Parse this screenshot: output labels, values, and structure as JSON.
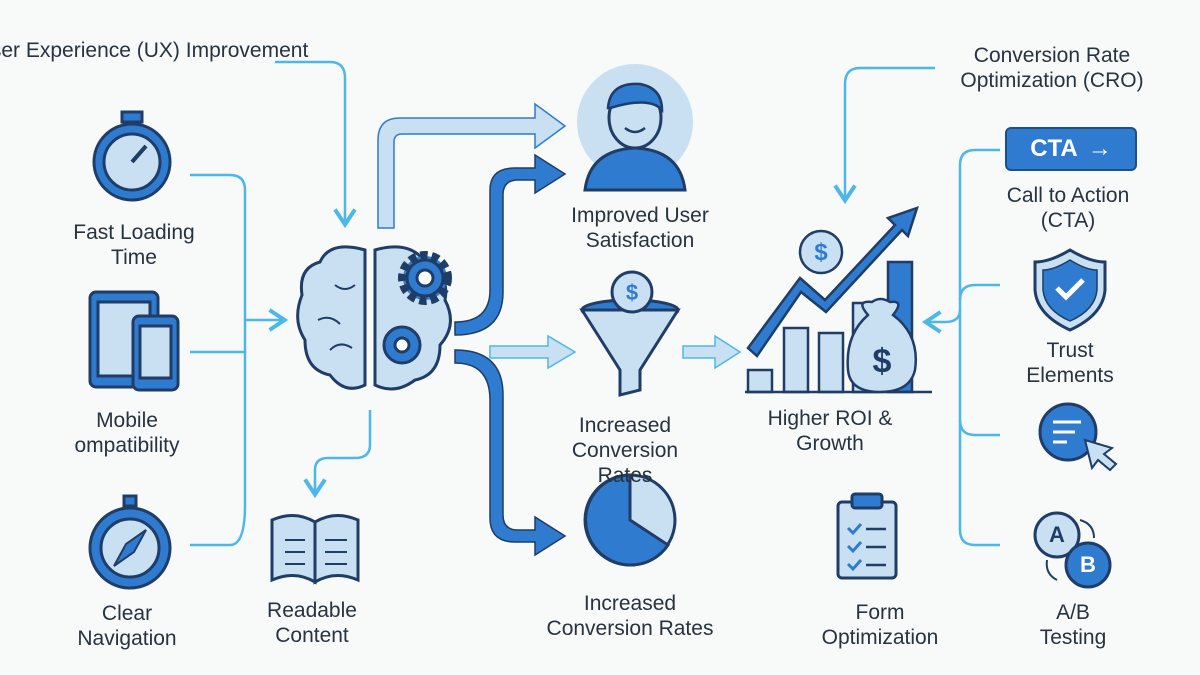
{
  "left": {
    "title": "User Experience (UX) Improvement",
    "items": [
      {
        "label": "Fast Loading Time",
        "icon": "stopwatch-icon"
      },
      {
        "label": "Mobile ompatibility",
        "icon": "mobile-devices-icon"
      },
      {
        "label": "Clear Navigation",
        "icon": "compass-icon"
      }
    ]
  },
  "center": {
    "core_icon": "brain-gears-icon",
    "readable": "Readable Content",
    "satisfaction": "Improved User Satisfaction",
    "conversion_funnel": "Increased Conversion Rates",
    "conversion_pie": "Increased Conversion Rates",
    "currency": "$"
  },
  "growth": {
    "label": "Higher ROI & Growth",
    "currency": "$",
    "form": "Form Optimization"
  },
  "right": {
    "title": "Conversion Rate Optimization (CRO)",
    "cta_button": "CTA",
    "cta_arrow": "→",
    "items": [
      {
        "label": "Call to Action (CTA)"
      },
      {
        "label": "Trust Elements"
      },
      {
        "label": "A/B Testing",
        "a": "A",
        "b": "B"
      }
    ]
  },
  "colors": {
    "dark": "#2f7bd0",
    "light": "#c9e0f2",
    "line": "#4db8e8",
    "outline": "#1f3d66"
  }
}
